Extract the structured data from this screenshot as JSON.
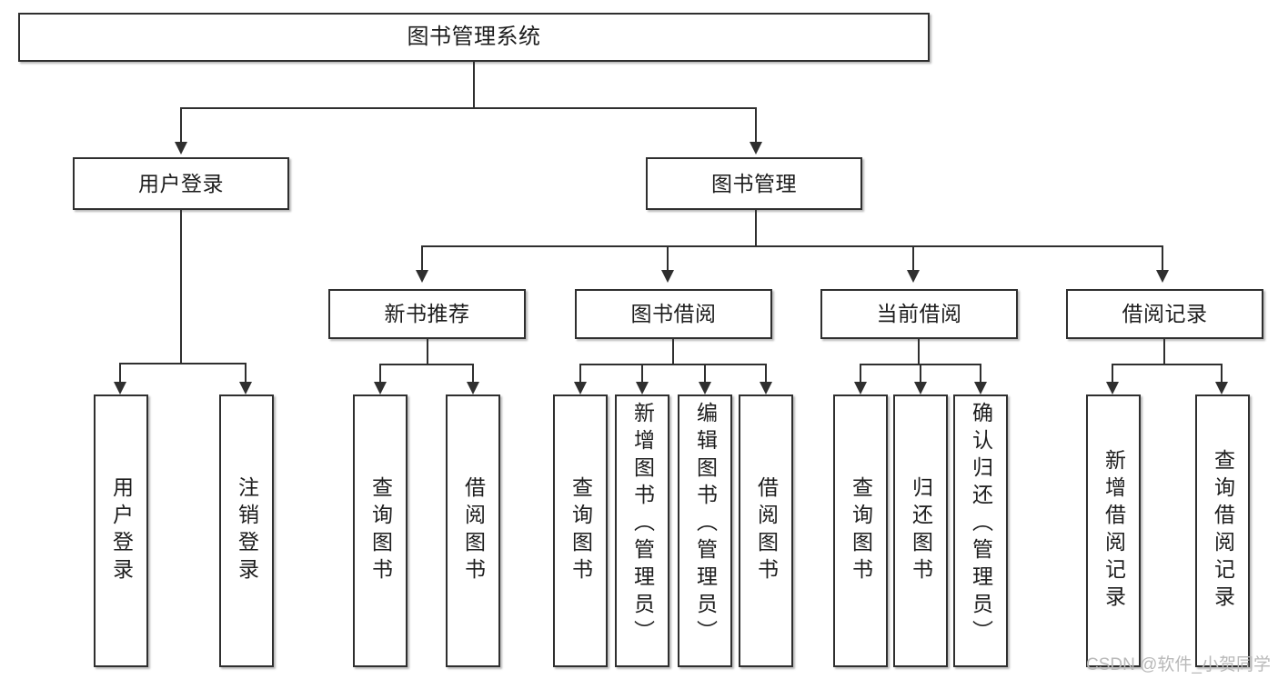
{
  "diagram": {
    "type": "hierarchy-tree",
    "root": {
      "label": "图书管理系统"
    },
    "level2": [
      {
        "label": "用户登录"
      },
      {
        "label": "图书管理"
      }
    ],
    "level3": [
      {
        "label": "新书推荐"
      },
      {
        "label": "图书借阅"
      },
      {
        "label": "当前借阅"
      },
      {
        "label": "借阅记录"
      }
    ],
    "leaves": {
      "user_login": [
        {
          "label": "用户登录"
        },
        {
          "label": "注销登录"
        }
      ],
      "new_book_recommend": [
        {
          "label": "查询图书"
        },
        {
          "label": "借阅图书"
        }
      ],
      "book_borrow": [
        {
          "label": "查询图书"
        },
        {
          "label": "新增图书（管理员）"
        },
        {
          "label": "编辑图书（管理员）"
        },
        {
          "label": "借阅图书"
        }
      ],
      "current_borrow": [
        {
          "label": "查询图书"
        },
        {
          "label": "归还图书"
        },
        {
          "label": "确认归还（管理员）"
        }
      ],
      "borrow_record": [
        {
          "label": "新增借阅记录"
        },
        {
          "label": "查询借阅记录"
        }
      ]
    }
  },
  "watermark": {
    "text": "CSDN @软件_小贺同学"
  },
  "colors": {
    "box_border": "#2f2f2f",
    "box_fill": "#ffffff",
    "text": "#1d1d1d",
    "connector": "#2f2f2f",
    "watermark": "#b9b9b9"
  }
}
